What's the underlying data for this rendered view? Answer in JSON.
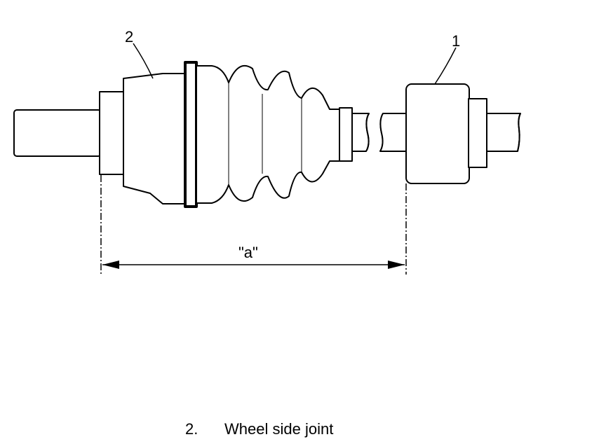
{
  "diagram": {
    "callouts": {
      "part1": "1",
      "part2": "2",
      "dimension": "\"a\""
    }
  },
  "caption": {
    "number": "2.",
    "text": "Wheel side joint"
  }
}
